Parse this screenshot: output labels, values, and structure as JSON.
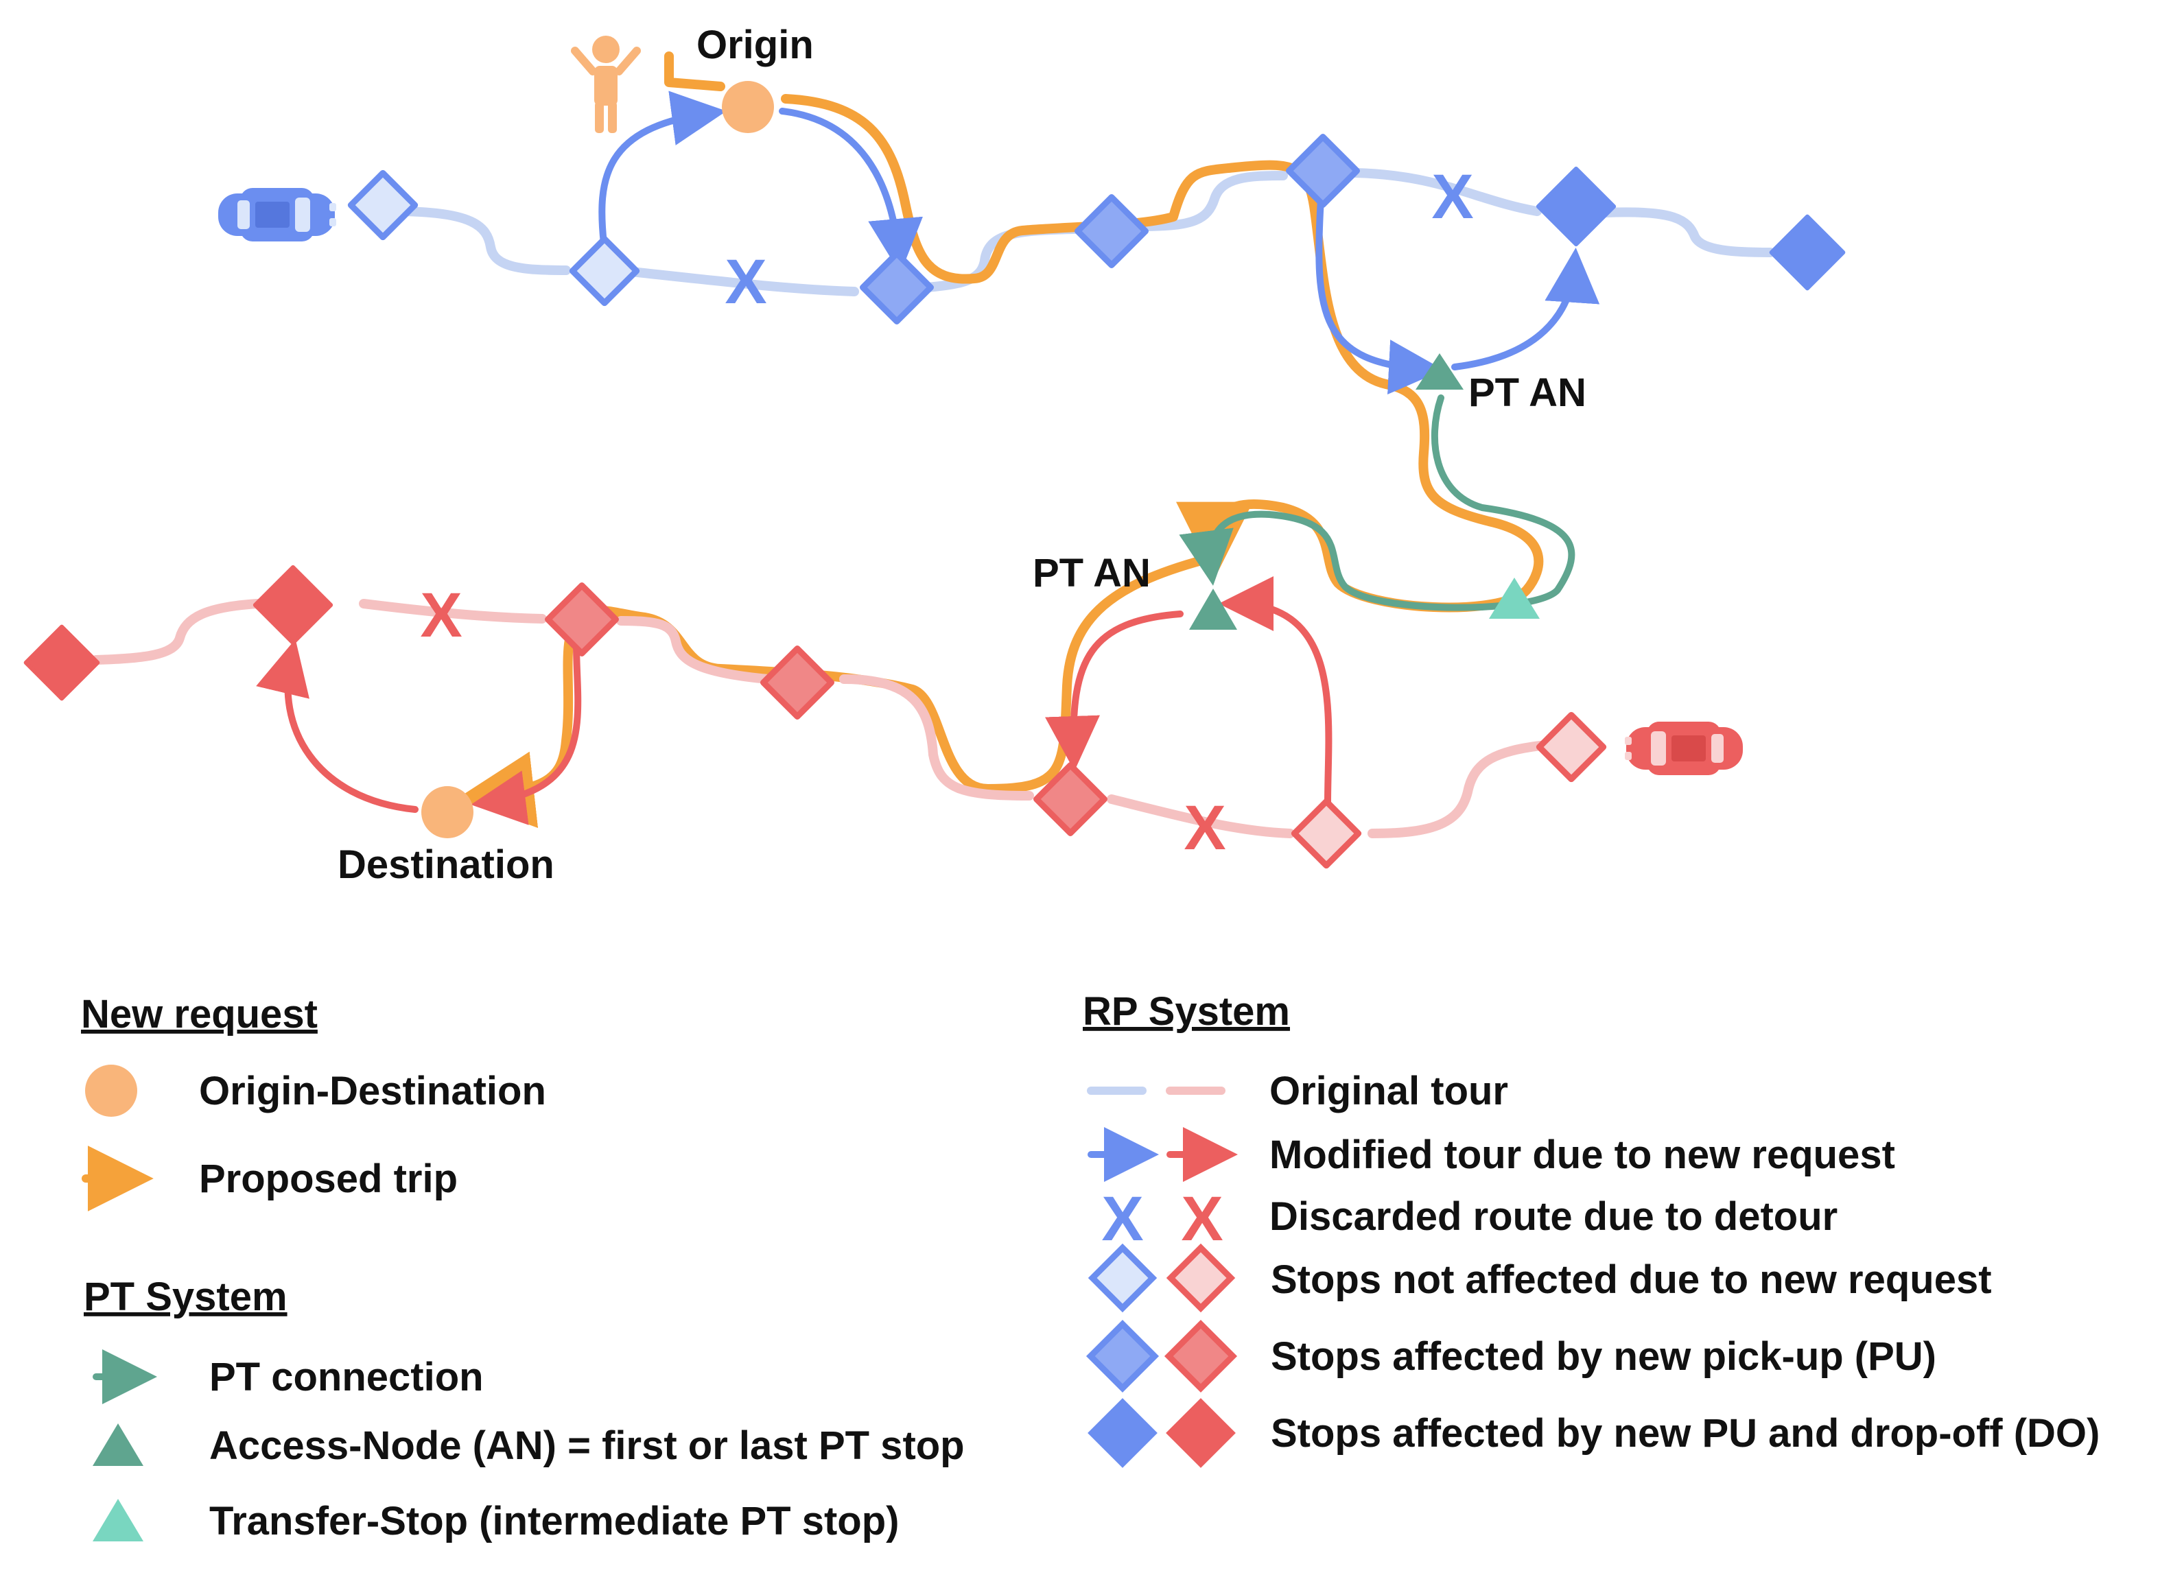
{
  "colors": {
    "blue_light": "#c5d4f3",
    "blue": "#6b8ef0",
    "blue_fill_light": "#dbe6fb",
    "blue_fill_mid": "#8ea9f4",
    "red_light": "#f5c1c1",
    "red": "#ec5f5f",
    "red_fill_light": "#f9d3d3",
    "red_fill_mid": "#f08787",
    "orange": "#f5a23a",
    "orange_node": "#f9b57a",
    "teal": "#5fa58f",
    "teal_light": "#79d6c0"
  },
  "icons": {
    "vehicle_blue": "car-icon",
    "vehicle_red": "car-icon",
    "traveler": "person-icon"
  },
  "map_labels": {
    "origin": "Origin",
    "destination": "Destination",
    "pt_an_top": "PT AN",
    "pt_an_bottom": "PT AN",
    "discard_mark": "X"
  },
  "legend": {
    "new_request": {
      "heading": "New request",
      "items": [
        "Origin-Destination",
        "Proposed trip"
      ]
    },
    "pt_system": {
      "heading": "PT System",
      "items": [
        "PT connection",
        "Access-Node (AN) = first or last PT stop",
        "Transfer-Stop (intermediate PT stop)"
      ]
    },
    "rp_system": {
      "heading": "RP System",
      "items": [
        "Original tour",
        "Modified tour due to new request",
        "Discarded route due to detour",
        "Stops not affected due to new request",
        "Stops affected by new pick-up (PU)",
        "Stops affected by new PU and drop-off (DO)"
      ],
      "discard_mark": "X"
    }
  }
}
